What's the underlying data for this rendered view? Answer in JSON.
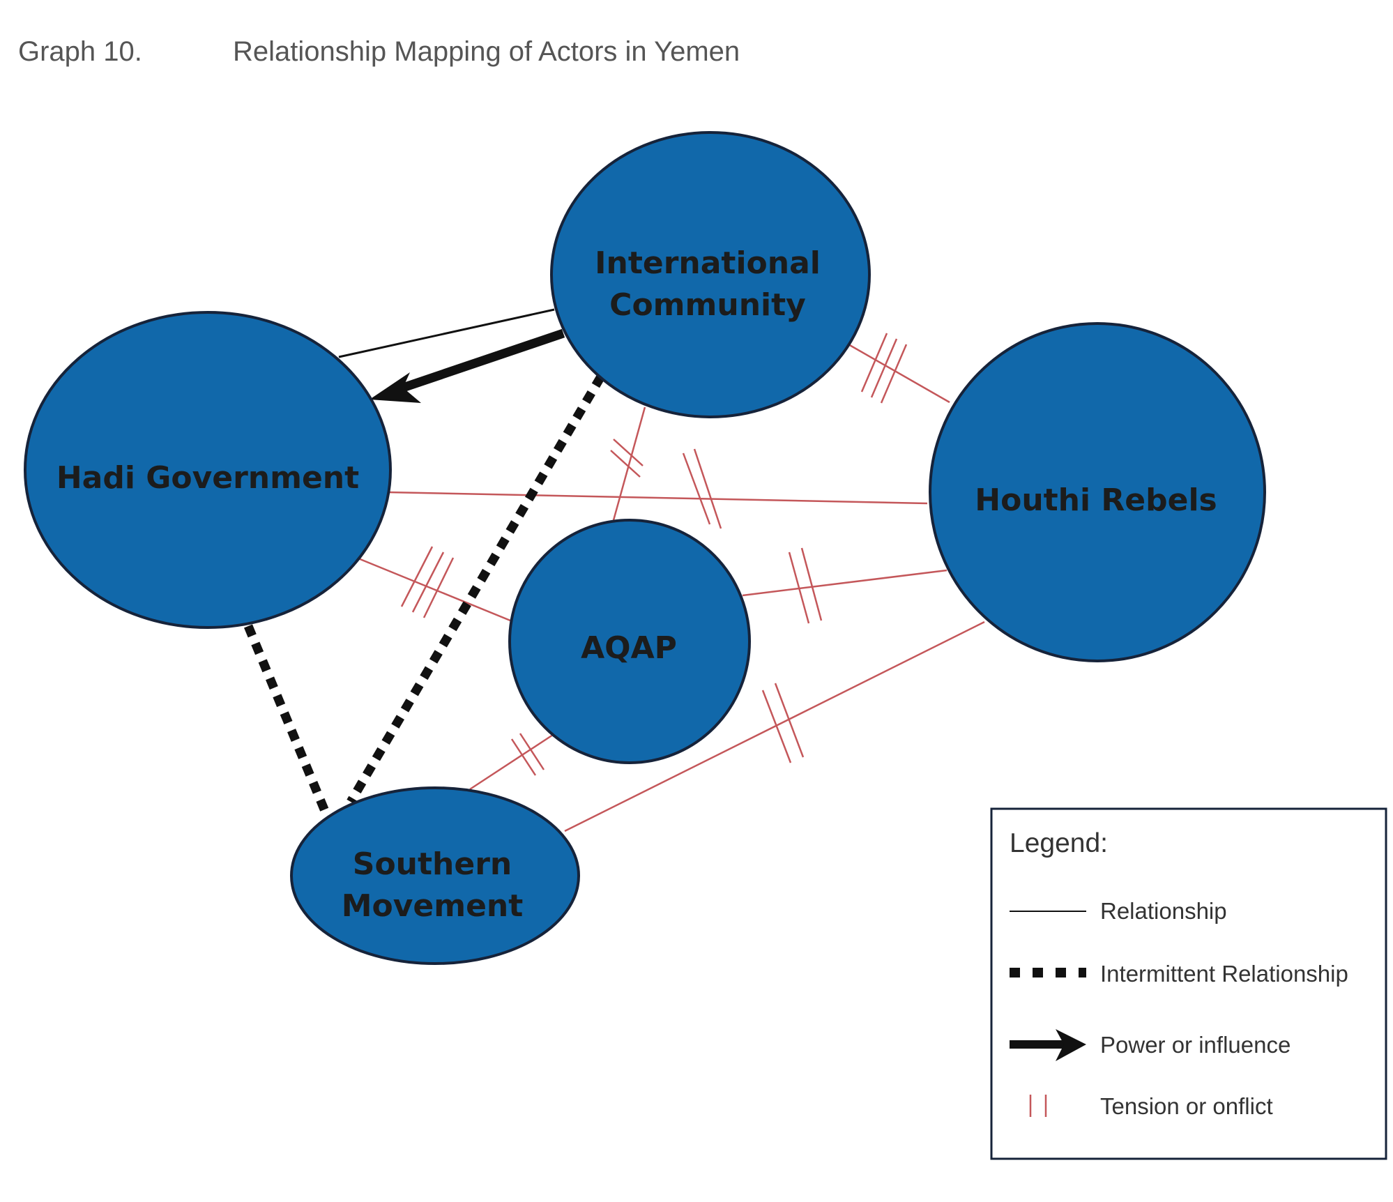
{
  "caption": {
    "number": "Graph 10.",
    "title": "Relationship Mapping of Actors in Yemen"
  },
  "colors": {
    "node_fill": "#1168aa",
    "node_stroke": "#16233a",
    "tension": "#c4575a",
    "relationship": "#111111"
  },
  "nodes": {
    "international_community": {
      "line1": "International",
      "line2": "Community"
    },
    "hadi_government": {
      "line1": "Hadi Government"
    },
    "houthi_rebels": {
      "line1": "Houthi Rebels"
    },
    "aqap": {
      "line1": "AQAP"
    },
    "southern_movement": {
      "line1": "Southern",
      "line2": "Movement"
    }
  },
  "edges": [
    {
      "from": "International Community",
      "to": "Hadi Government",
      "type": "relationship"
    },
    {
      "from": "International Community",
      "to": "Hadi Government",
      "type": "power or influence"
    },
    {
      "from": "International Community",
      "to": "Southern Movement",
      "type": "intermittent relationship"
    },
    {
      "from": "Hadi Government",
      "to": "Southern Movement",
      "type": "intermittent relationship"
    },
    {
      "from": "International Community",
      "to": "Houthi Rebels",
      "type": "tension"
    },
    {
      "from": "International Community",
      "to": "AQAP",
      "type": "tension"
    },
    {
      "from": "Hadi Government",
      "to": "Houthi Rebels",
      "type": "tension"
    },
    {
      "from": "Hadi Government",
      "to": "AQAP",
      "type": "tension"
    },
    {
      "from": "AQAP",
      "to": "Houthi Rebels",
      "type": "tension"
    },
    {
      "from": "AQAP",
      "to": "Southern Movement",
      "type": "tension"
    },
    {
      "from": "Southern Movement",
      "to": "Houthi Rebels",
      "type": "tension"
    }
  ],
  "legend": {
    "title": "Legend:",
    "items": {
      "relationship": "Relationship",
      "intermittent": "Intermittent Relationship",
      "power": "Power or influence",
      "tension": "Tension or onflict"
    }
  }
}
